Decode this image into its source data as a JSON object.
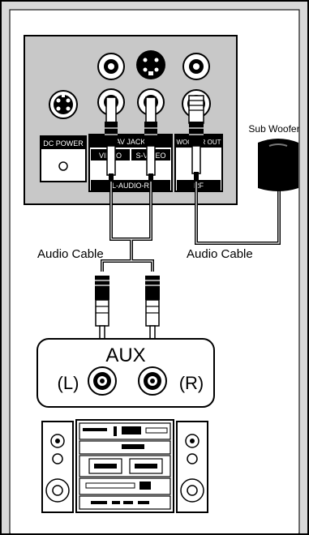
{
  "panel": {
    "dc_power": "DC POWER",
    "av_jack": "AV JACK",
    "video": "VIDEO",
    "s_video": "S-VIDEO",
    "audio_lr": "L-AUDIO-R",
    "woofer_out": "WOOFER OUT",
    "rf": "RF"
  },
  "labels": {
    "sub_woofer": "Sub Woofer",
    "audio_cable_left": "Audio Cable",
    "audio_cable_right": "Audio Cable"
  },
  "aux": {
    "title": "AUX",
    "left": "(L)",
    "right": "(R)"
  },
  "colors": {
    "background": "#d9d9d9",
    "panel": "#c8c8c8",
    "black": "#000000",
    "white": "#ffffff"
  }
}
